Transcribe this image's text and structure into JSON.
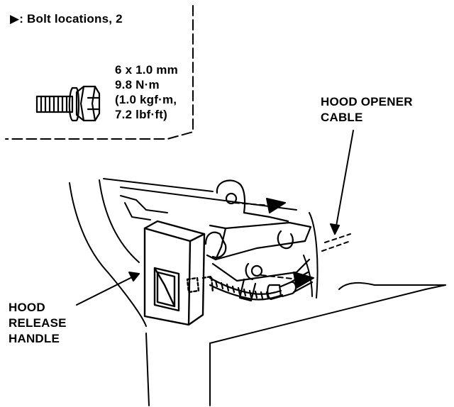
{
  "legend": {
    "text": "▶: Bolt locations, 2"
  },
  "bolt_spec": {
    "lines": [
      "6 x 1.0 mm",
      "9.8 N·m",
      "(1.0 kgf·m,",
      "7.2 lbf·ft)"
    ]
  },
  "labels": {
    "hood_opener_cable": [
      "HOOD OPENER",
      "CABLE"
    ],
    "hood_release_handle": [
      "HOOD",
      "RELEASE",
      "HANDLE"
    ]
  },
  "colors": {
    "ink": "#000000",
    "paper": "#ffffff"
  }
}
